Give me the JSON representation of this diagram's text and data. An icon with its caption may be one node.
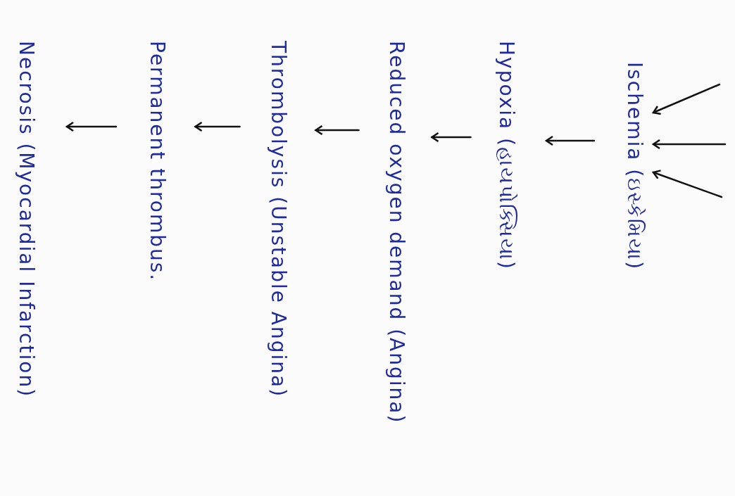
{
  "diagram": {
    "nodes": [
      {
        "text": [
          "Ischemia (ઇસ્કેમિયા)"
        ]
      },
      {
        "text": [
          "Hypoxia (હાયપોક્સિયા)"
        ]
      },
      {
        "text": [
          "Reduced oxygen demand (Angina)"
        ]
      },
      {
        "text": [
          "Thrombolysis (Unstable Angina)"
        ]
      },
      {
        "text": [
          "Permanent thrombus."
        ]
      },
      {
        "text": [
          "Necrosis (Myocardial Infarction)"
        ]
      }
    ],
    "edges": [
      {
        "from": null,
        "to": 0,
        "arrow": "to"
      },
      {
        "from": null,
        "to": 0,
        "arrow": "to"
      },
      {
        "from": null,
        "to": 0,
        "arrow": "to"
      },
      {
        "from": 0,
        "to": 1,
        "arrow": "to"
      },
      {
        "from": 1,
        "to": 2,
        "arrow": "to"
      },
      {
        "from": 2,
        "to": 3,
        "arrow": "to"
      },
      {
        "from": 3,
        "to": 4,
        "arrow": "to"
      },
      {
        "from": 4,
        "to": 5,
        "arrow": "to"
      }
    ]
  }
}
